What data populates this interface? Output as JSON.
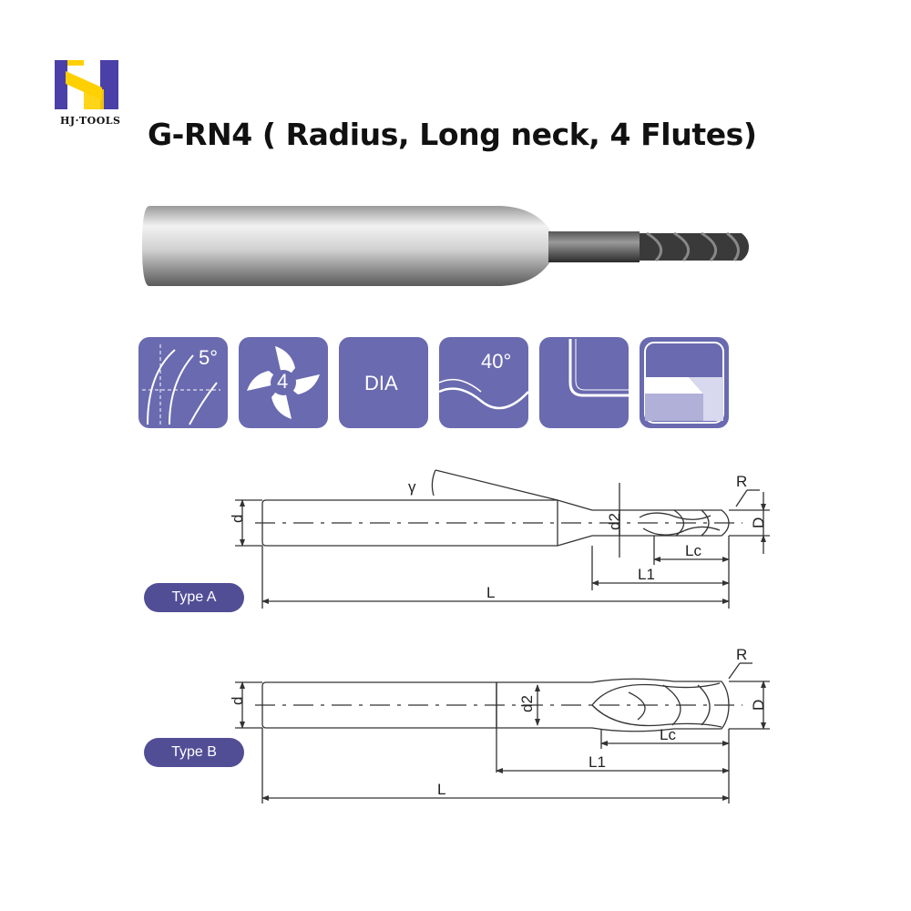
{
  "brand": {
    "name": "HJ·TOOLS",
    "accent": "#ffd000",
    "logo_color": "#4b3fa8"
  },
  "title": "G-RN4 ( Radius, Long neck, 4 Flutes)",
  "feature_icons": [
    {
      "icon": "helix-angle-icon",
      "label": "5°"
    },
    {
      "icon": "four-flutes-icon",
      "label": "4"
    },
    {
      "icon": "diamond-coating-icon",
      "label": "DIA"
    },
    {
      "icon": "helix-40-icon",
      "label": "40°"
    },
    {
      "icon": "corner-radius-icon",
      "label": ""
    },
    {
      "icon": "workpiece-icon",
      "label": ""
    }
  ],
  "tile_color": "#6a6ab0",
  "drawings": {
    "type_a": {
      "badge": "Type A",
      "labels": {
        "gamma": "γ",
        "R": "R",
        "d": "d",
        "d2": "d2",
        "D": "D",
        "Lc": "Lc",
        "L1": "L1",
        "L": "L"
      }
    },
    "type_b": {
      "badge": "Type B",
      "labels": {
        "R": "R",
        "d": "d",
        "d2": "d2",
        "D": "D",
        "Lc": "Lc",
        "L1": "L1",
        "L": "L"
      }
    }
  }
}
